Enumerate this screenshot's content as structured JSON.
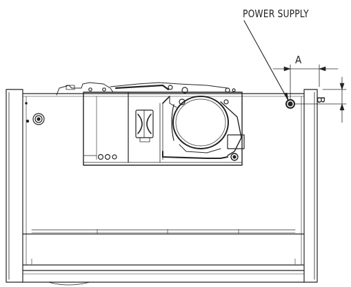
{
  "callouts": {
    "power_supply": "POWER SUPPLY",
    "dimension_a": "A",
    "dimension_b": "B"
  },
  "colors": {
    "line": "#222222",
    "background": "#ffffff"
  }
}
